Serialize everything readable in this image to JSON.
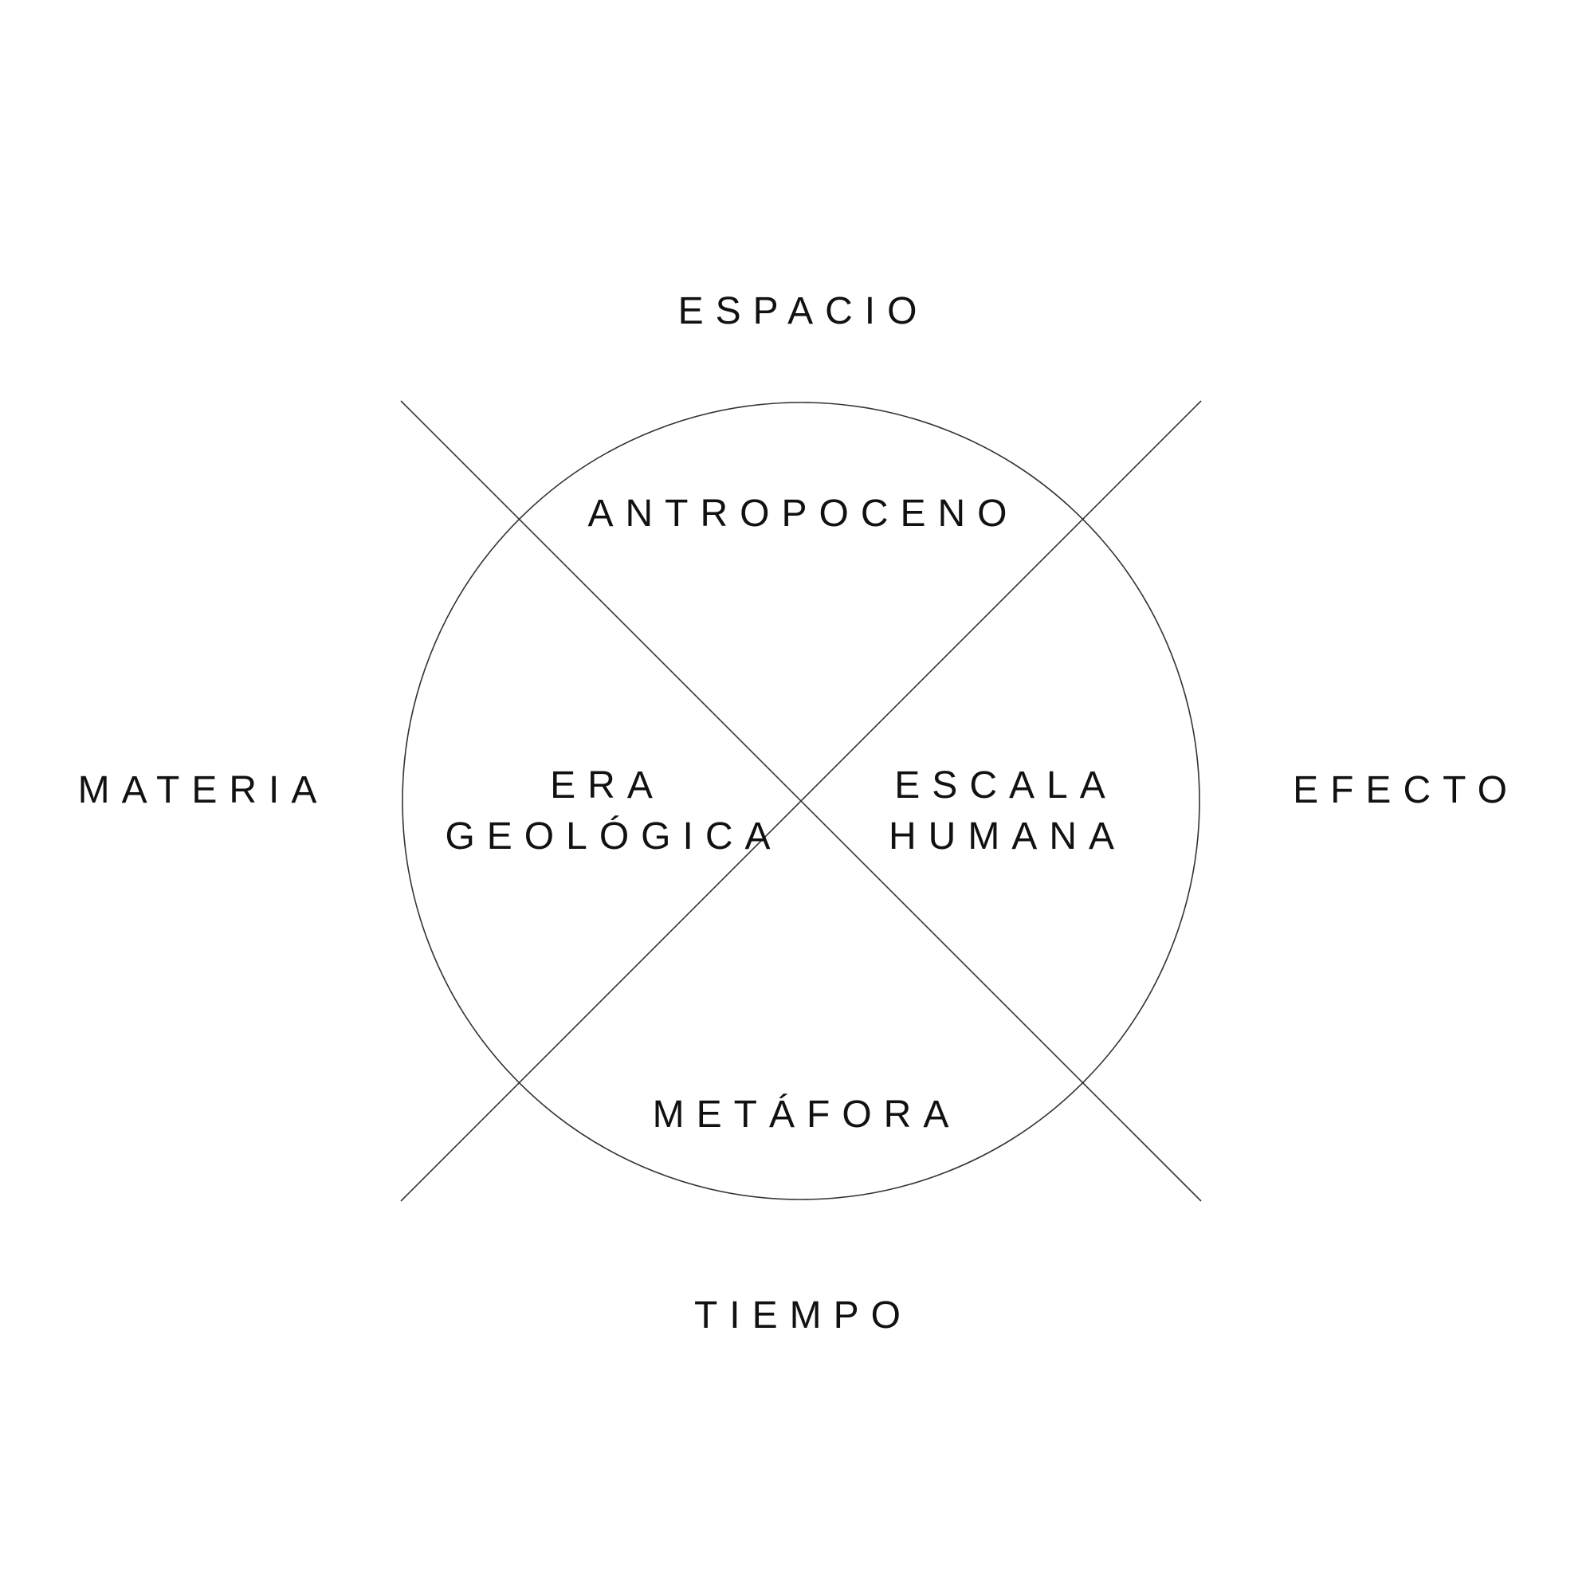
{
  "diagram": {
    "outer_labels": {
      "top": "ESPACIO",
      "bottom": "TIEMPO",
      "left": "MATERIA",
      "right": "EFECTO"
    },
    "quadrant_labels": {
      "top": "ANTROPOCENO",
      "bottom": "METÁFORA",
      "left_line1": "ERA",
      "left_line2": "GEOLÓGICA",
      "right_line1": "ESCALA",
      "right_line2": "HUMANA"
    },
    "line_color": "#333333",
    "text_color": "#111111"
  }
}
